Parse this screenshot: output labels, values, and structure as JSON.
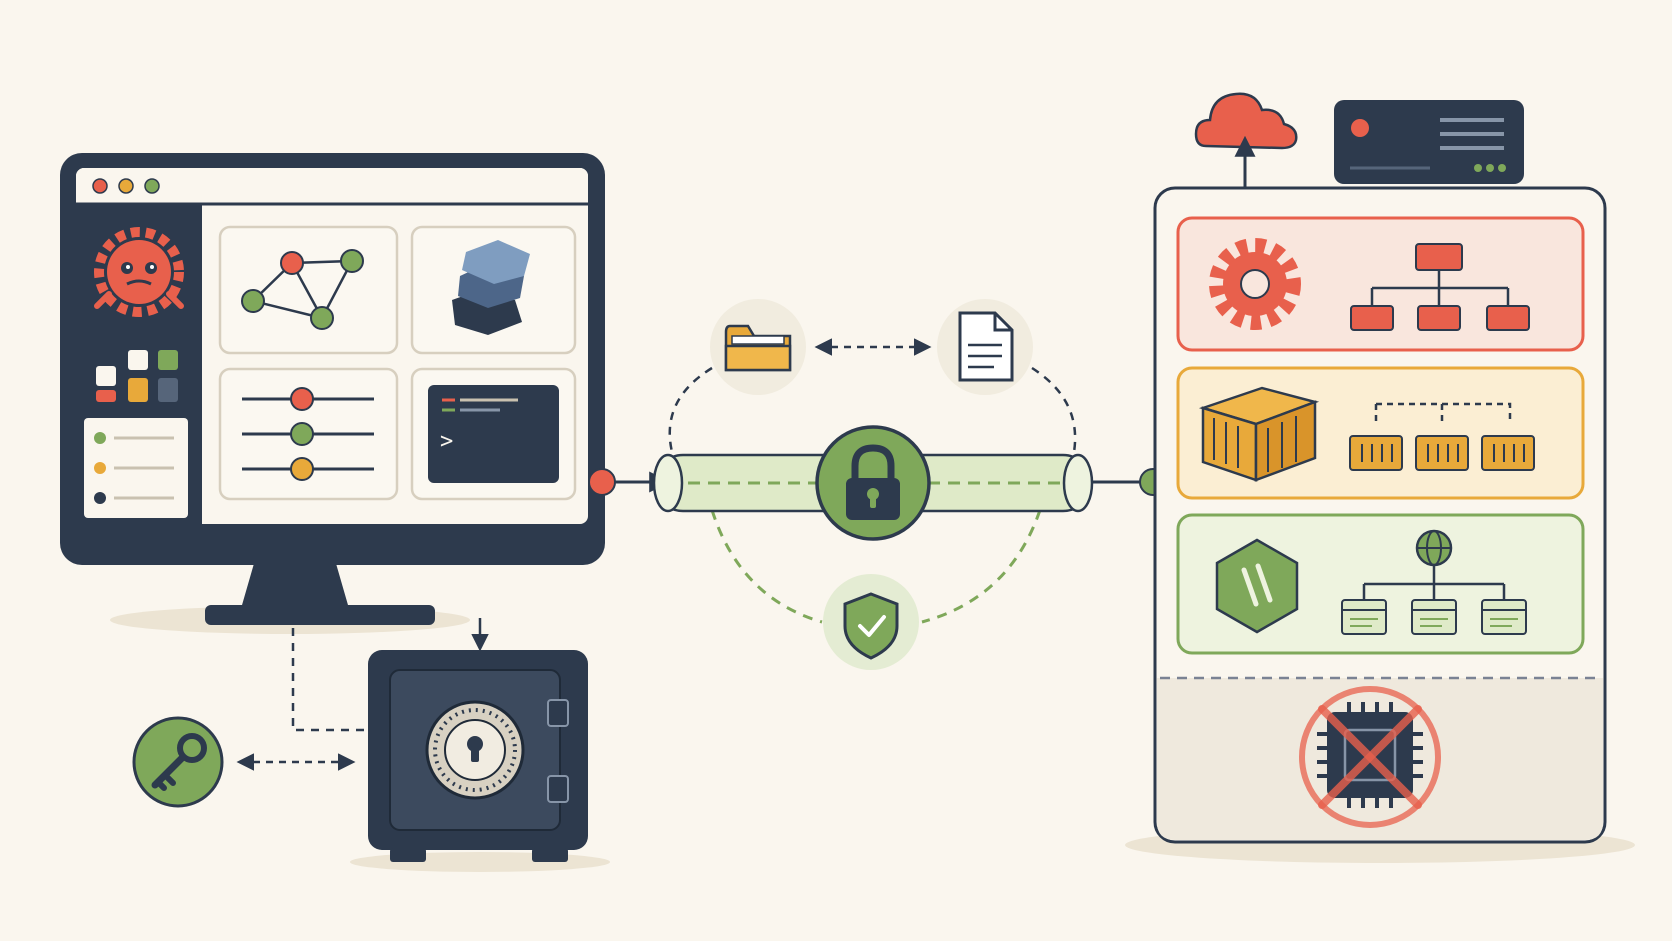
{
  "diagram": {
    "left_device": "desktop-monitor-with-app-window",
    "left_panels": [
      "graph-nodes-icon",
      "layers-icon",
      "sliders-icon",
      "terminal-icon"
    ],
    "terminal_prompt": ">",
    "vault": "safe-with-dial-lock",
    "key": "key-icon",
    "tunnel": {
      "center": "padlock-icon",
      "top_items": [
        "folder-icon",
        "document-icon"
      ],
      "bottom_item": "shield-check-icon"
    },
    "right_stack": {
      "top_items": [
        "cloud-upload-icon",
        "server-rack-icon"
      ],
      "layers": [
        {
          "id": "orchestration",
          "icons": [
            "gear-icon",
            "org-tree-icon"
          ],
          "color": "#e8604c"
        },
        {
          "id": "containers",
          "icons": [
            "shipping-container-icon",
            "container-tree-icon"
          ],
          "color": "#e8a93a"
        },
        {
          "id": "runtime",
          "icons": [
            "hexagon-runtime-icon",
            "globe-network-icon"
          ],
          "color": "#7fa85a"
        }
      ],
      "bottom": "chip-crossed-out-icon"
    }
  },
  "colors": {
    "navy": "#2d3a4d",
    "coral": "#e8604c",
    "amber": "#e8a93a",
    "green": "#7fa85a",
    "background": "#faf6ee"
  }
}
